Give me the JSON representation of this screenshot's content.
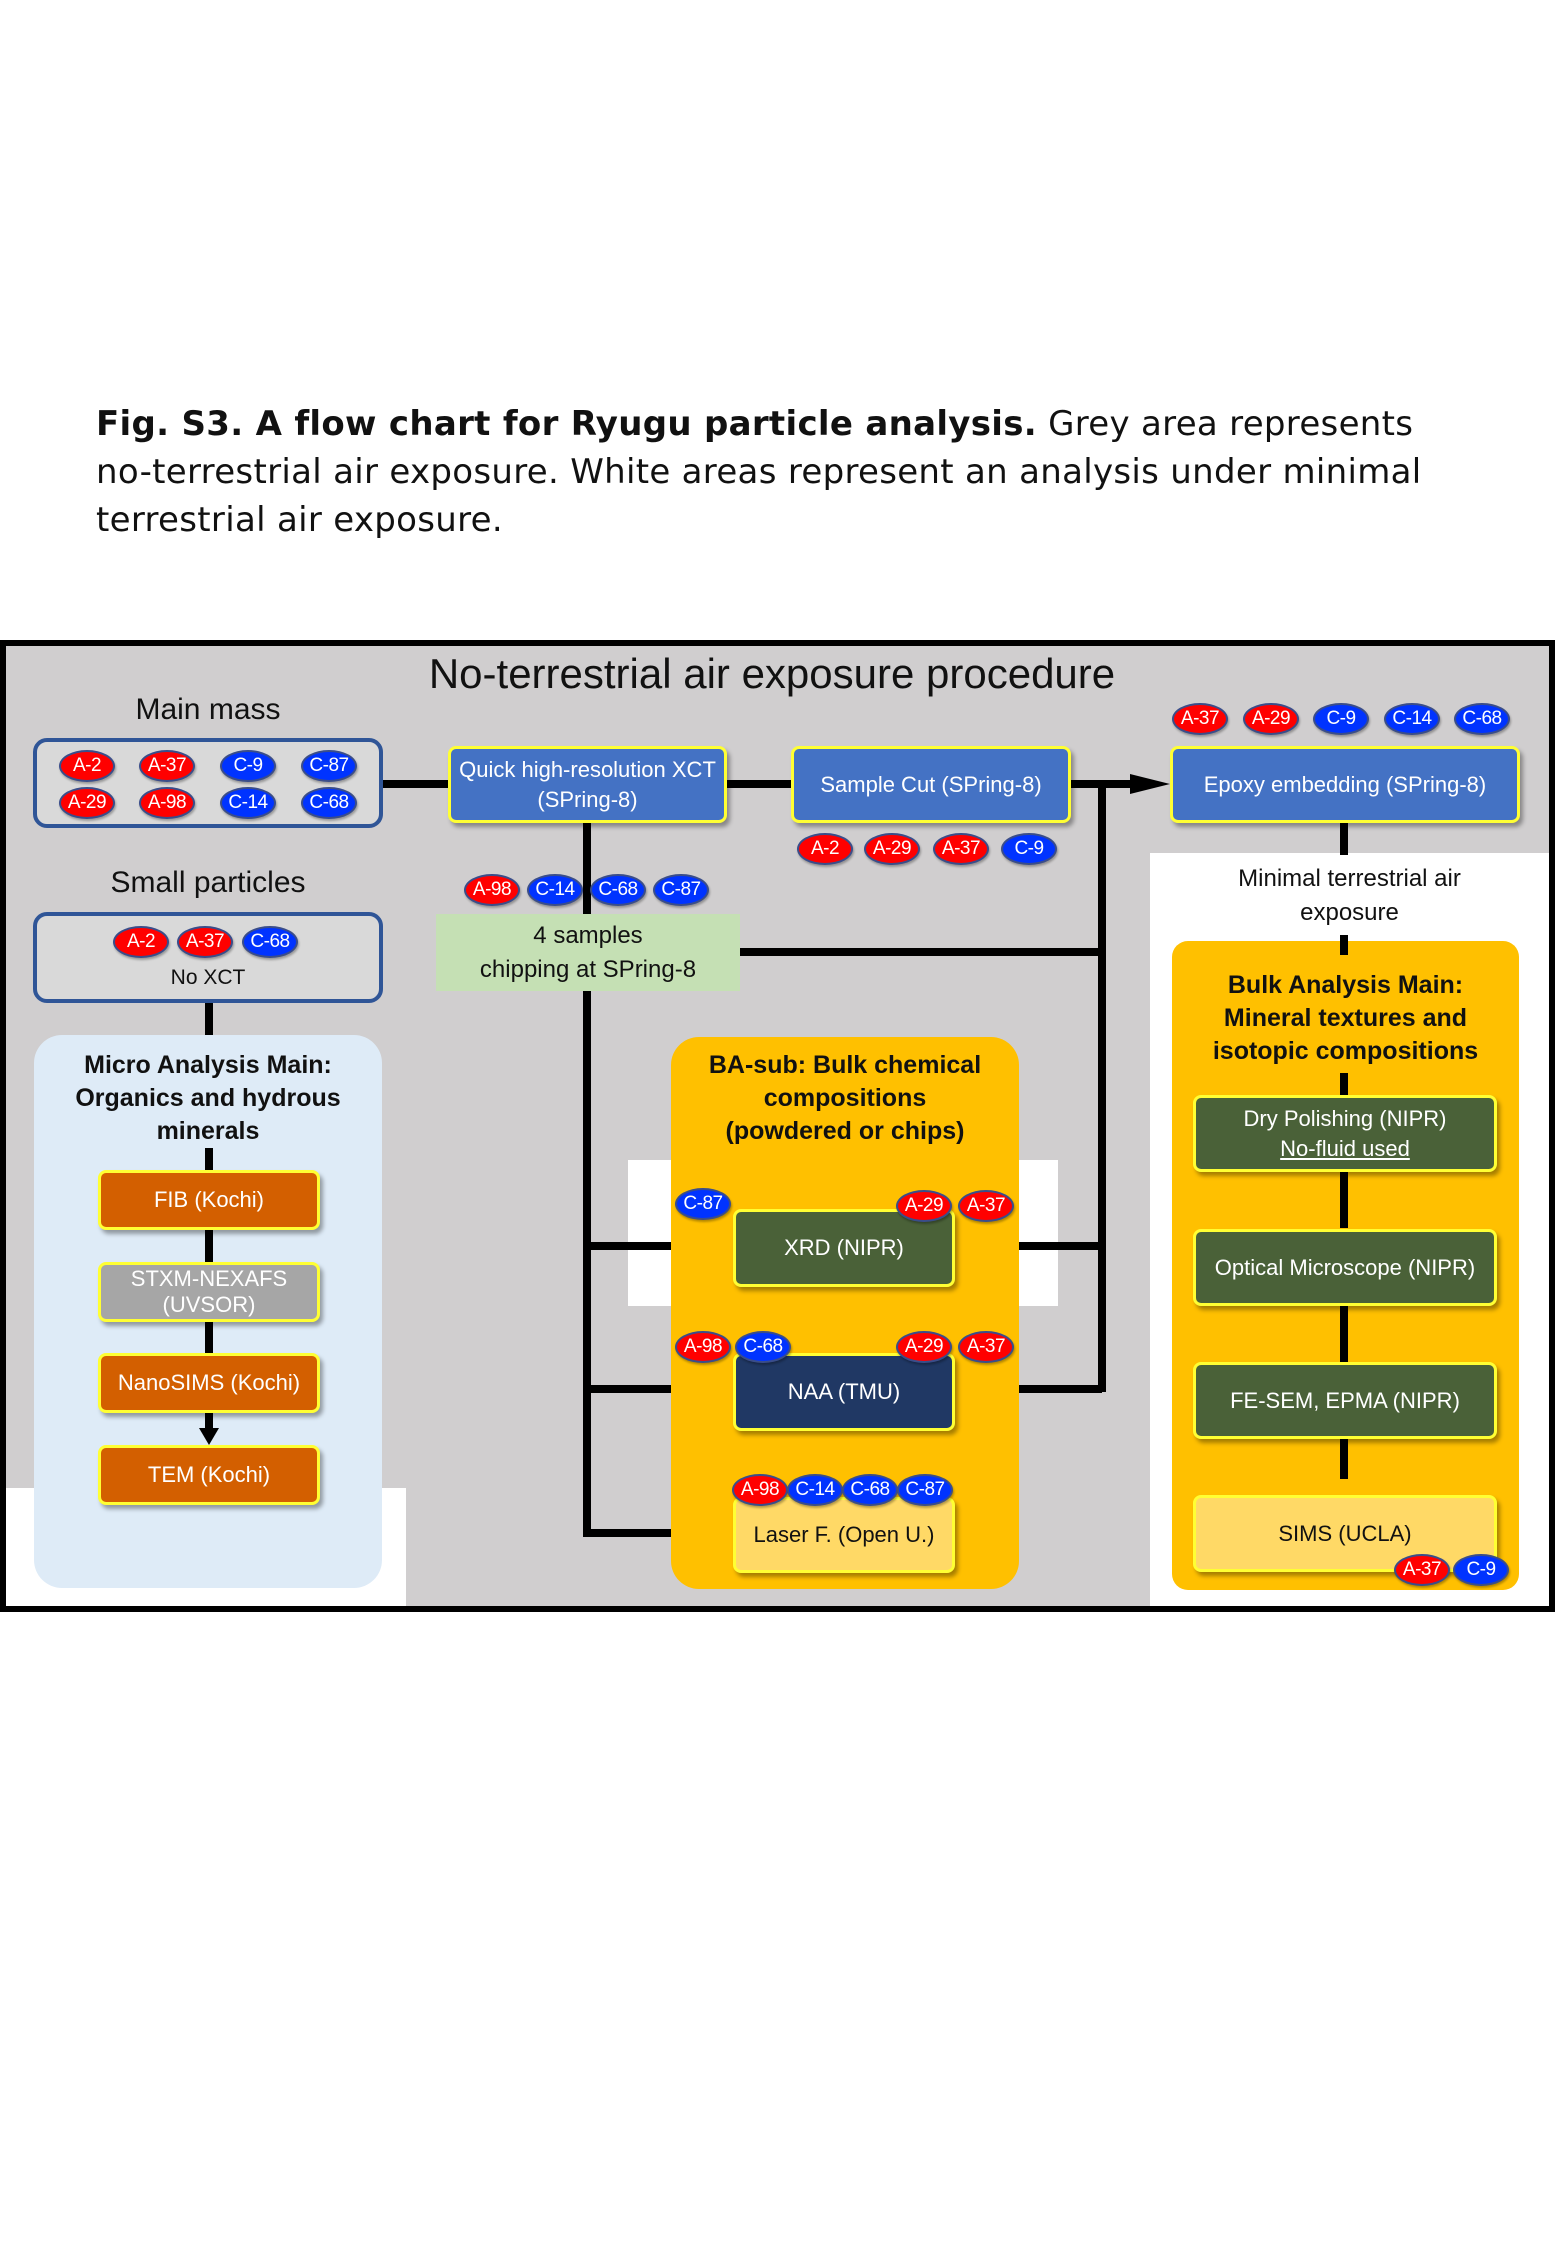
{
  "caption": {
    "bold": "Fig. S3. A flow chart for Ryugu particle analysis.",
    "text": " Grey area represents no-terrestrial air exposure. White areas represent an analysis under minimal terrestrial air exposure."
  },
  "diagram": {
    "title": "No-terrestrial air exposure procedure",
    "colors": {
      "background_grey": "#d0cecf",
      "process_blue": "#4472c4",
      "process_orange": "#d35f00",
      "process_green": "#4a6138",
      "process_navy": "#203864",
      "panel_yellow": "#ffc000",
      "panel_lightblue": "#deebf7",
      "badge_A_red": "#ff0000",
      "badge_C_blue": "#0033ff",
      "process_border_yellow": "#ffff33"
    },
    "main_mass": {
      "label": "Main mass",
      "badges": [
        "A-2",
        "A-37",
        "C-9",
        "C-87",
        "A-29",
        "A-98",
        "C-14",
        "C-68"
      ]
    },
    "small_particles": {
      "label": "Small particles",
      "badges": [
        "A-2",
        "A-37",
        "C-68"
      ],
      "note": "No XCT"
    },
    "xct": {
      "line1": "Quick high-resolution XCT",
      "line2": "(SPring-8)"
    },
    "sample_cut": {
      "label": "Sample Cut (SPring-8)",
      "badges": [
        "A-2",
        "A-29",
        "A-37",
        "C-9"
      ]
    },
    "epoxy": {
      "label": "Epoxy embedding (SPring-8)",
      "badges": [
        "A-37",
        "A-29",
        "C-9",
        "C-14",
        "C-68"
      ]
    },
    "chipping": {
      "badges": [
        "A-98",
        "C-14",
        "C-68",
        "C-87"
      ],
      "line1": "4 samples",
      "line2": "chipping at SPring-8"
    },
    "minimal_exposure_label": {
      "line1": "Minimal terrestrial air",
      "line2": "exposure"
    },
    "micro_analysis": {
      "title": [
        "Micro Analysis Main:",
        "Organics and hydrous",
        "minerals"
      ],
      "steps": [
        "FIB (Kochi)",
        "STXM-NEXAFS (UVSOR)",
        "NanoSIMS (Kochi)",
        "TEM (Kochi)"
      ],
      "stxm_line1": "STXM-NEXAFS",
      "stxm_line2": "(UVSOR)"
    },
    "ba_sub": {
      "title": [
        "BA-sub: Bulk chemical",
        "compositions",
        "(powdered or chips)"
      ],
      "xrd": {
        "label": "XRD (NIPR)",
        "badges_left": [
          "C-87"
        ],
        "badges_right": [
          "A-29",
          "A-37"
        ]
      },
      "naa": {
        "label": "NAA (TMU)",
        "badges_left": [
          "A-98",
          "C-68"
        ],
        "badges_right": [
          "A-29",
          "A-37"
        ]
      },
      "laser": {
        "label": "Laser F. (Open U.)",
        "badges": [
          "A-98",
          "C-14",
          "C-68",
          "C-87"
        ]
      }
    },
    "bulk_main": {
      "title": [
        "Bulk Analysis Main:",
        "Mineral textures and",
        "isotopic compositions"
      ],
      "dry_polishing": {
        "line1": "Dry Polishing (NIPR)",
        "line2": "No-fluid used"
      },
      "optical": "Optical Microscope (NIPR)",
      "fesem": "FE-SEM, EPMA (NIPR)",
      "sims": {
        "label": "SIMS (UCLA)",
        "badges": [
          "A-37",
          "C-9"
        ]
      }
    }
  }
}
